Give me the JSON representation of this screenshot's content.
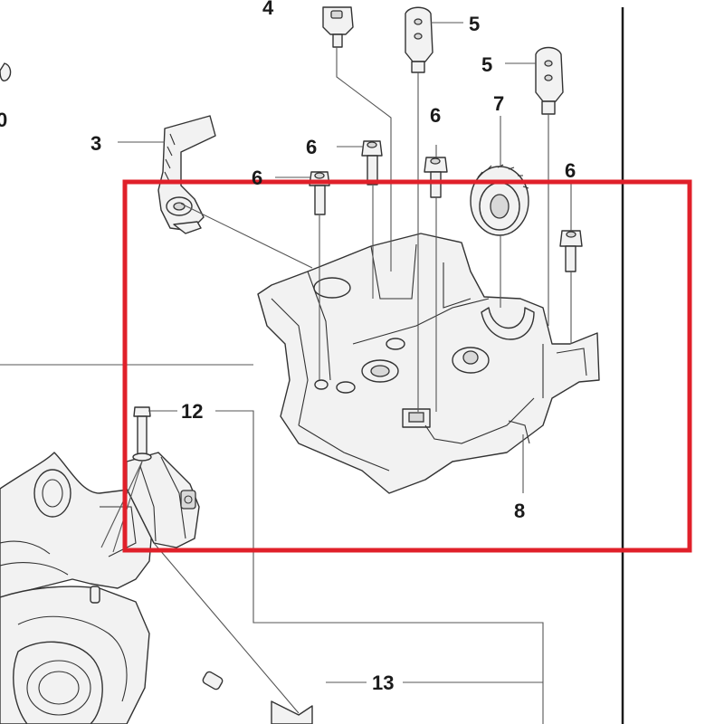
{
  "callouts": [
    {
      "id": "c3",
      "label": "3"
    },
    {
      "id": "c4",
      "label": "4"
    },
    {
      "id": "c5a",
      "label": "5"
    },
    {
      "id": "c5b",
      "label": "5"
    },
    {
      "id": "c6a",
      "label": "6"
    },
    {
      "id": "c6b",
      "label": "6"
    },
    {
      "id": "c6c",
      "label": "6"
    },
    {
      "id": "c6d",
      "label": "6"
    },
    {
      "id": "c7",
      "label": "7"
    },
    {
      "id": "c8",
      "label": "8"
    },
    {
      "id": "c10",
      "label": "0"
    },
    {
      "id": "c12",
      "label": "12"
    },
    {
      "id": "c13",
      "label": "13"
    }
  ],
  "highlight": {
    "color": "#e0202a"
  },
  "colors": {
    "ink": "#333333",
    "fill": "#f2f2f2"
  }
}
